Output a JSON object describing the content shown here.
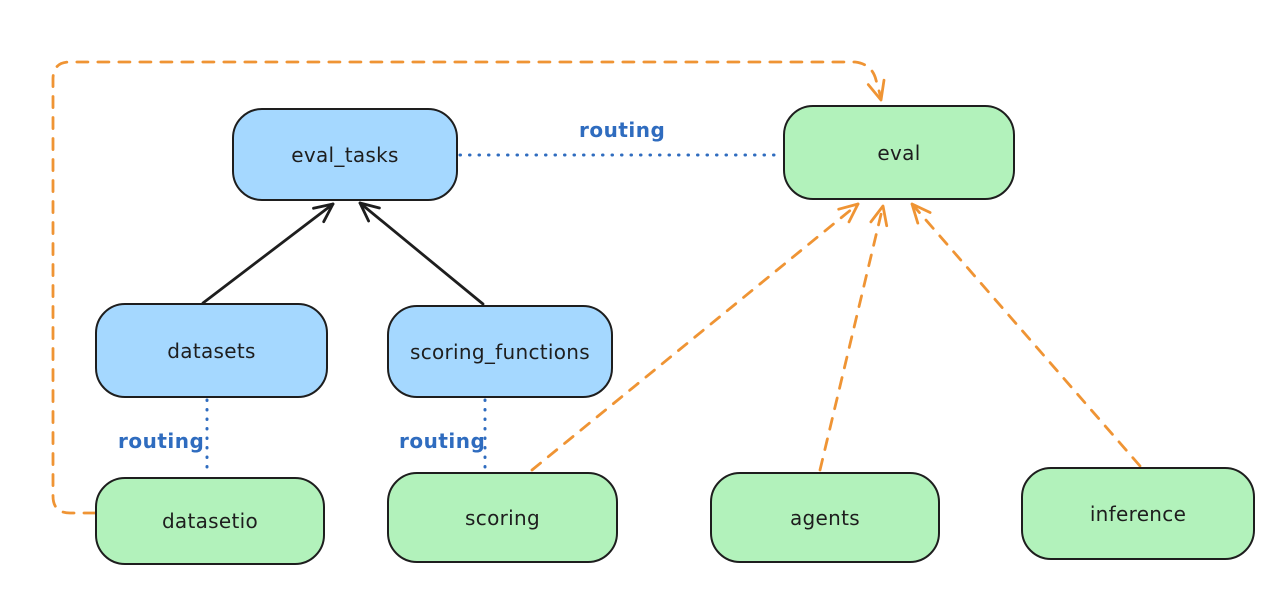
{
  "colors": {
    "background": "#ffffff",
    "ink": "#1e1e1e",
    "blue_fill": "#a5d8ff",
    "green_fill": "#b2f2bb",
    "orange_stroke": "#ef9434",
    "blue_stroke": "#2f6cbf"
  },
  "nodes": {
    "eval_tasks": {
      "label": "eval_tasks",
      "fill": "#a5d8ff"
    },
    "eval": {
      "label": "eval",
      "fill": "#b2f2bb"
    },
    "datasets": {
      "label": "datasets",
      "fill": "#a5d8ff"
    },
    "scoring_functions": {
      "label": "scoring_functions",
      "fill": "#a5d8ff"
    },
    "datasetio": {
      "label": "datasetio",
      "fill": "#b2f2bb"
    },
    "scoring": {
      "label": "scoring",
      "fill": "#b2f2bb"
    },
    "agents": {
      "label": "agents",
      "fill": "#b2f2bb"
    },
    "inference": {
      "label": "inference",
      "fill": "#b2f2bb"
    }
  },
  "edge_labels": {
    "eval_tasks_to_eval": "routing",
    "datasets_to_datasetio": "routing",
    "scoring_functions_to_scoring": "routing"
  }
}
